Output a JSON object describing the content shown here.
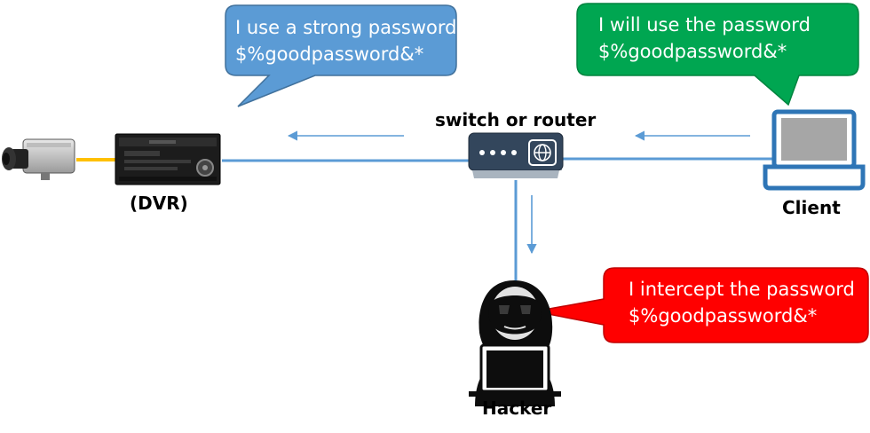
{
  "bubbles": {
    "dvr": {
      "line1": "I use a strong password",
      "line2": "$%goodpassword&*",
      "color": "#5b9bd5"
    },
    "client": {
      "line1": "I will use the password",
      "line2": "$%goodpassword&*",
      "color": "#00a651"
    },
    "hacker": {
      "line1": "I intercept the password",
      "line2": "$%goodpassword&*",
      "color": "#ff0000"
    }
  },
  "labels": {
    "router": "switch or router",
    "dvr": "(DVR)",
    "client": "Client",
    "hacker": "Hacker"
  },
  "colors": {
    "connection": "#5b9bd5",
    "camera_cable": "#ffc000",
    "laptop_screen": "#5b9bd5"
  }
}
